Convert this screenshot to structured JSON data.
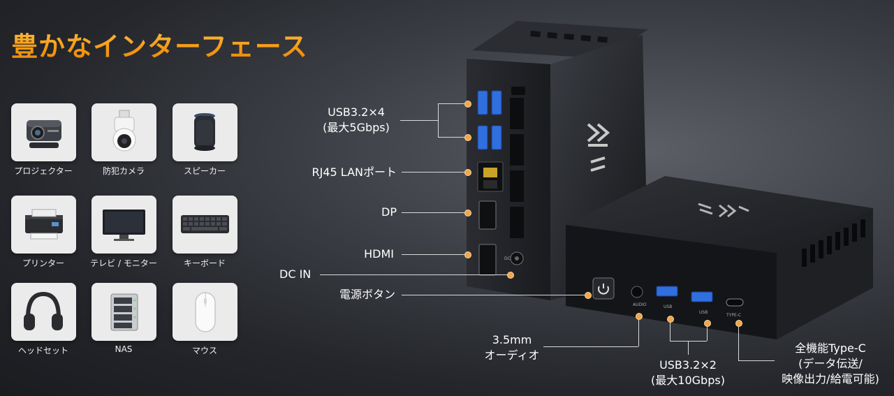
{
  "title": "豊かなインターフェース",
  "devices": [
    {
      "label": "プロジェクター",
      "icon": "projector-icon"
    },
    {
      "label": "防犯カメラ",
      "icon": "security-camera-icon"
    },
    {
      "label": "スピーカー",
      "icon": "speaker-icon"
    },
    {
      "label": "プリンター",
      "icon": "printer-icon"
    },
    {
      "label": "テレビ / モニター",
      "icon": "tv-monitor-icon"
    },
    {
      "label": "キーボード",
      "icon": "keyboard-icon"
    },
    {
      "label": "ヘッドセット",
      "icon": "headset-icon"
    },
    {
      "label": "NAS",
      "icon": "nas-icon"
    },
    {
      "label": "マウス",
      "icon": "mouse-icon"
    }
  ],
  "ports": {
    "usb_rear_line1": "USB3.2×4",
    "usb_rear_line2": "(最大5Gbps)",
    "rj45": "RJ45 LANポート",
    "dp": "DP",
    "hdmi": "HDMI",
    "dc_in": "DC IN",
    "power": "電源ボタン",
    "audio_line1": "3.5mm",
    "audio_line2": "オーディオ",
    "usb_front_line1": "USB3.2×2",
    "usb_front_line2": "(最大10Gbps)",
    "typec_line1": "全機能Type-C",
    "typec_line2": "(データ伝送/",
    "typec_line3": "映像出力/給電可能)"
  },
  "device_port_marks": {
    "audio": "AUDIO",
    "usb": "USB",
    "typec": "TYPE-C",
    "dc": "DC"
  },
  "colors": {
    "accent": "#f5a020",
    "dot": "#f0a64a",
    "usb_blue": "#2f6fe0",
    "tile_bg": "#ebebeb"
  }
}
